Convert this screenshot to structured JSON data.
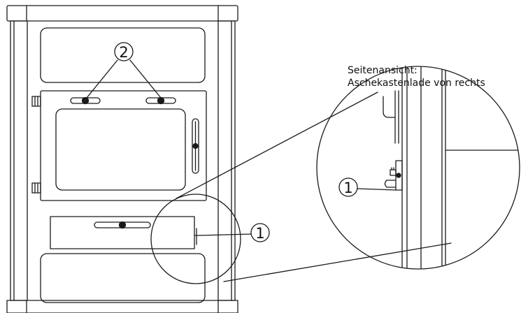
{
  "caption": {
    "line1": "Seitenansicht:",
    "line2": "Aschekastenlade von rechts"
  },
  "callouts": {
    "top_screws": "2",
    "ash_drawer_lock": "1",
    "detail_lock": "1"
  },
  "colors": {
    "stroke": "#1a1a1a",
    "background": "#ffffff"
  }
}
